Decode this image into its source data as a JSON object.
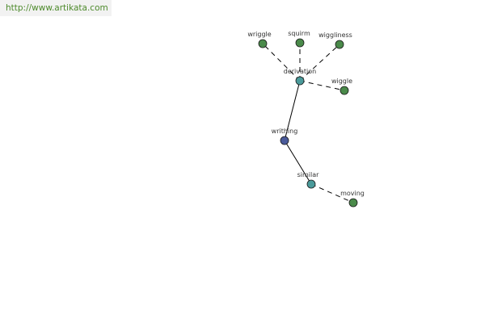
{
  "banner": {
    "url_text": "http://www.artikata.com"
  },
  "colors": {
    "center_node": "#4a5a9a",
    "relation_node": "#4a9a9a",
    "leaf_node": "#4a8a4a",
    "edge": "#000000",
    "banner_text": "#4d8a2b"
  },
  "graph": {
    "nodes": [
      {
        "id": "writhing",
        "label": "writhing",
        "kind": "center"
      },
      {
        "id": "derivation",
        "label": "derivation",
        "kind": "relation"
      },
      {
        "id": "similar",
        "label": "similar",
        "kind": "relation"
      },
      {
        "id": "wriggle",
        "label": "wriggle",
        "kind": "leaf"
      },
      {
        "id": "squirm",
        "label": "squirm",
        "kind": "leaf"
      },
      {
        "id": "wiggliness",
        "label": "wiggliness",
        "kind": "leaf"
      },
      {
        "id": "wiggle",
        "label": "wiggle",
        "kind": "leaf"
      },
      {
        "id": "moving",
        "label": "moving",
        "kind": "leaf"
      }
    ],
    "edges": [
      {
        "from": "writhing",
        "to": "derivation",
        "style": "solid"
      },
      {
        "from": "writhing",
        "to": "similar",
        "style": "solid"
      },
      {
        "from": "derivation",
        "to": "wriggle",
        "style": "dashed"
      },
      {
        "from": "derivation",
        "to": "squirm",
        "style": "dashed"
      },
      {
        "from": "derivation",
        "to": "wiggliness",
        "style": "dashed"
      },
      {
        "from": "derivation",
        "to": "wiggle",
        "style": "dashed"
      },
      {
        "from": "similar",
        "to": "moving",
        "style": "dashed"
      }
    ]
  }
}
